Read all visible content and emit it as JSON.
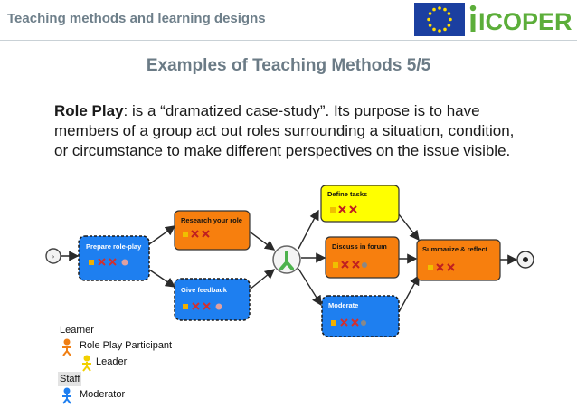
{
  "header": {
    "title": "Teaching methods and learning designs",
    "logo_text": "ICOPER"
  },
  "slide": {
    "title": "Examples of Teaching Methods 5/5",
    "term": "Role Play",
    "body": ": is a “dramatized case-study”. Its purpose is to have members of a group act out roles surrounding a situation, condition, or circumstance to make different perspectives on the issue visible."
  },
  "diagram": {
    "activities": [
      {
        "id": "prepare",
        "label": "Prepare role-play",
        "color": "#1e7ff0"
      },
      {
        "id": "research",
        "label": "Research your role",
        "color": "#f77f0e"
      },
      {
        "id": "feedback",
        "label": "Give feedback",
        "color": "#1e7ff0"
      },
      {
        "id": "define",
        "label": "Define tasks",
        "color": "#ffff00"
      },
      {
        "id": "discuss",
        "label": "Discuss in forum",
        "color": "#f77f0e"
      },
      {
        "id": "moderate",
        "label": "Moderate",
        "color": "#1e7ff0"
      },
      {
        "id": "summarize",
        "label": "Summarize & reflect",
        "color": "#f77f0e"
      }
    ]
  },
  "legend": {
    "learner": "Learner",
    "participant": "Role Play Participant",
    "leader": "Leader",
    "staff": "Staff",
    "moderator": "Moderator",
    "colors": {
      "participant": "#f07f14",
      "leader": "#f2d000",
      "moderator": "#1e7ff0"
    }
  }
}
